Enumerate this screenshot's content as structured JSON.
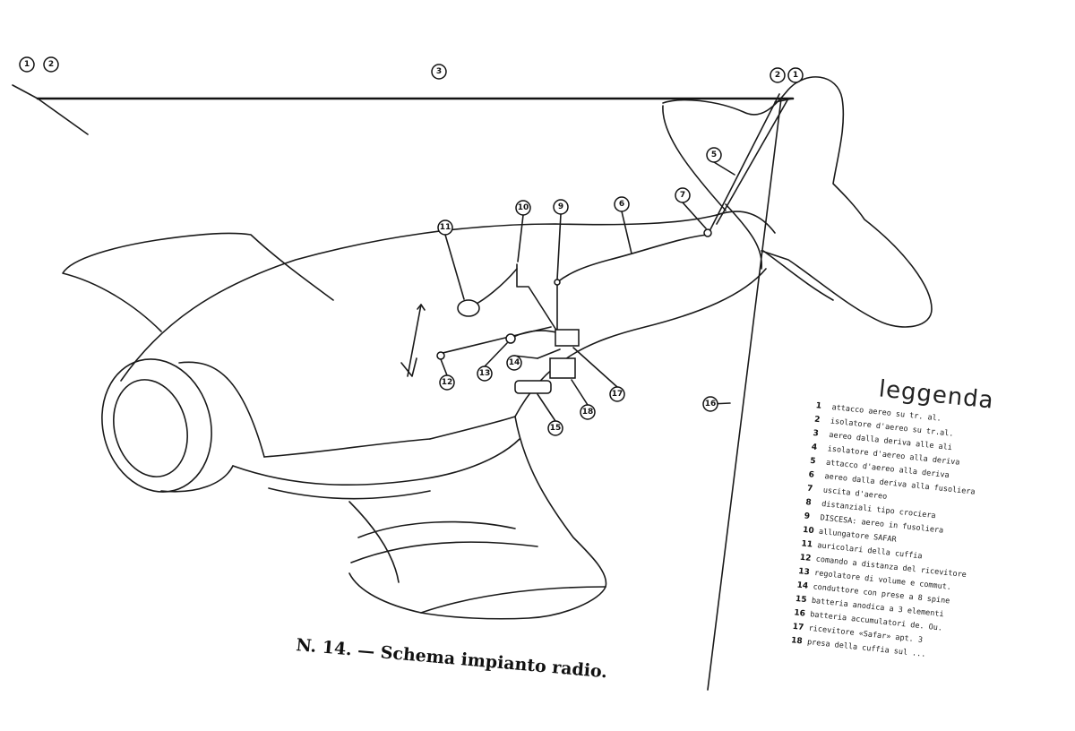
{
  "caption": "N. 14. — Schema impianto radio.",
  "legend": {
    "title": "leggenda",
    "items": [
      {
        "num": "1",
        "text": "attacco aereo su tr. al."
      },
      {
        "num": "2",
        "text": "isolatore d'aereo su tr.al."
      },
      {
        "num": "3",
        "text": "aereo dalla deriva alle ali"
      },
      {
        "num": "4",
        "text": "isolatore d'aereo alla deriva"
      },
      {
        "num": "5",
        "text": "attacco d'aereo alla deriva"
      },
      {
        "num": "6",
        "text": "aereo dalla deriva alla fusoliera"
      },
      {
        "num": "7",
        "text": "uscita d'aereo"
      },
      {
        "num": "8",
        "text": "distanziali tipo crociera"
      },
      {
        "num": "9",
        "text": "DISCESA: aereo in fusoliera"
      },
      {
        "num": "10",
        "text": "allungatore SAFAR"
      },
      {
        "num": "11",
        "text": "auricolari della cuffia"
      },
      {
        "num": "12",
        "text": "comando a distanza del ricevitore"
      },
      {
        "num": "13",
        "text": "regolatore di volume e commut."
      },
      {
        "num": "14",
        "text": "conduttore con prese a 8 spine"
      },
      {
        "num": "15",
        "text": "batteria anodica a 3 elementi"
      },
      {
        "num": "16",
        "text": "batteria accumulatori de. Ou."
      },
      {
        "num": "17",
        "text": "ricevitore «Safar» apt. 3"
      },
      {
        "num": "18",
        "text": "presa della cuffia sul ..."
      }
    ]
  },
  "callouts": [
    {
      "label": "1"
    },
    {
      "label": "2"
    },
    {
      "label": "3"
    },
    {
      "label": "2"
    },
    {
      "label": "1"
    },
    {
      "label": "5"
    },
    {
      "label": "7"
    },
    {
      "label": "6"
    },
    {
      "label": "9"
    },
    {
      "label": "10"
    },
    {
      "label": "11"
    },
    {
      "label": "12"
    },
    {
      "label": "13"
    },
    {
      "label": "14"
    },
    {
      "label": "15"
    },
    {
      "label": "16"
    },
    {
      "label": "17"
    },
    {
      "label": "18"
    }
  ]
}
